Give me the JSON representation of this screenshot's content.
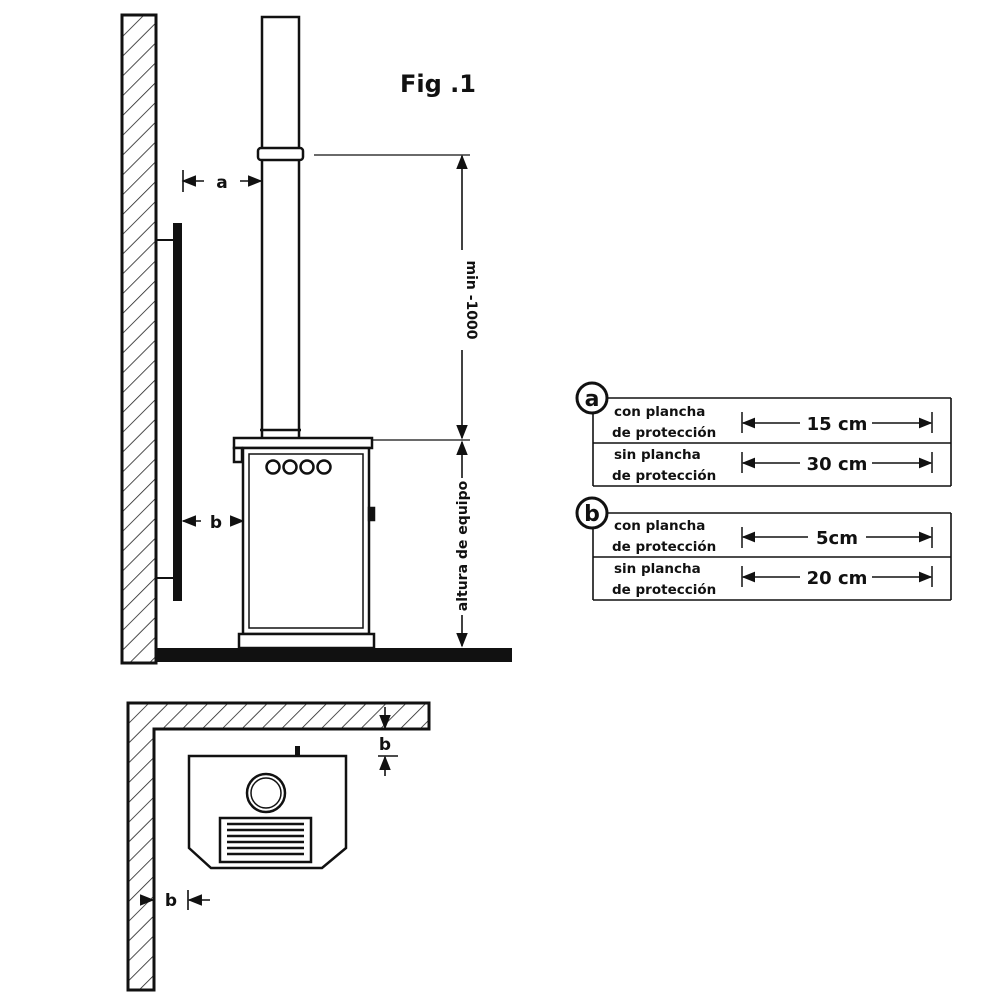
{
  "figure": {
    "title": "Fig .1",
    "dim_a": "a",
    "dim_b": "b",
    "dim_height": "min -1000",
    "dim_equipment": "altura de equipo"
  },
  "table_a": {
    "badge": "a",
    "rows": [
      {
        "label_line1": "con plancha",
        "label_line2": "de protección",
        "value": "15 cm"
      },
      {
        "label_line1": "sin plancha",
        "label_line2": "de protección",
        "value": "30 cm"
      }
    ]
  },
  "table_b": {
    "badge": "b",
    "rows": [
      {
        "label_line1": "con plancha",
        "label_line2": "de protección",
        "value": "5cm"
      },
      {
        "label_line1": "sin plancha",
        "label_line2": "de protección",
        "value": "20 cm"
      }
    ]
  },
  "plan_view": {
    "dim_b_top": "b",
    "dim_b_side": "b"
  }
}
